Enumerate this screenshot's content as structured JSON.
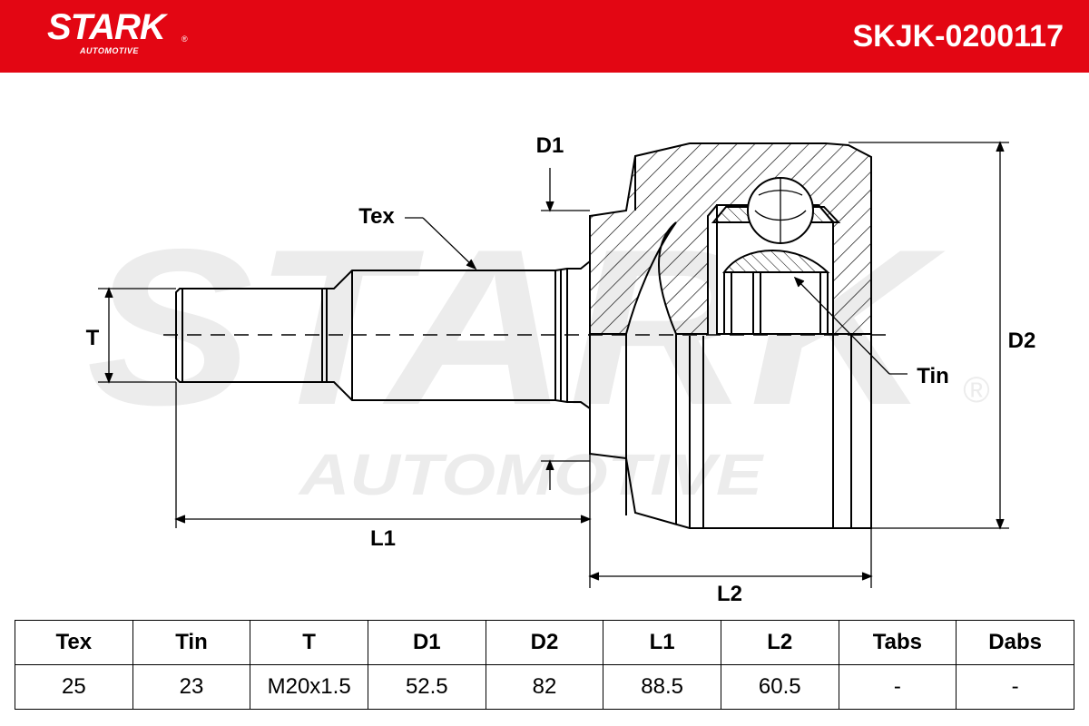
{
  "header": {
    "brand_name": "STARK",
    "brand_sub": "AUTOMOTIVE",
    "brand_reg": "®",
    "part_number": "SKJK-0200117",
    "color": "#e30613"
  },
  "watermark": {
    "line1": "STARK",
    "line2": "AUTOMOTIVE",
    "reg": "®"
  },
  "drawing": {
    "labels": {
      "tex": "Tex",
      "tin": "Tin",
      "t": "T",
      "d1": "D1",
      "d2": "D2",
      "l1": "L1",
      "l2": "L2"
    }
  },
  "table": {
    "columns": [
      "Tex",
      "Tin",
      "T",
      "D1",
      "D2",
      "L1",
      "L2",
      "Tabs",
      "Dabs"
    ],
    "values": [
      "25",
      "23",
      "M20x1.5",
      "52.5",
      "82",
      "88.5",
      "60.5",
      "-",
      "-"
    ]
  }
}
